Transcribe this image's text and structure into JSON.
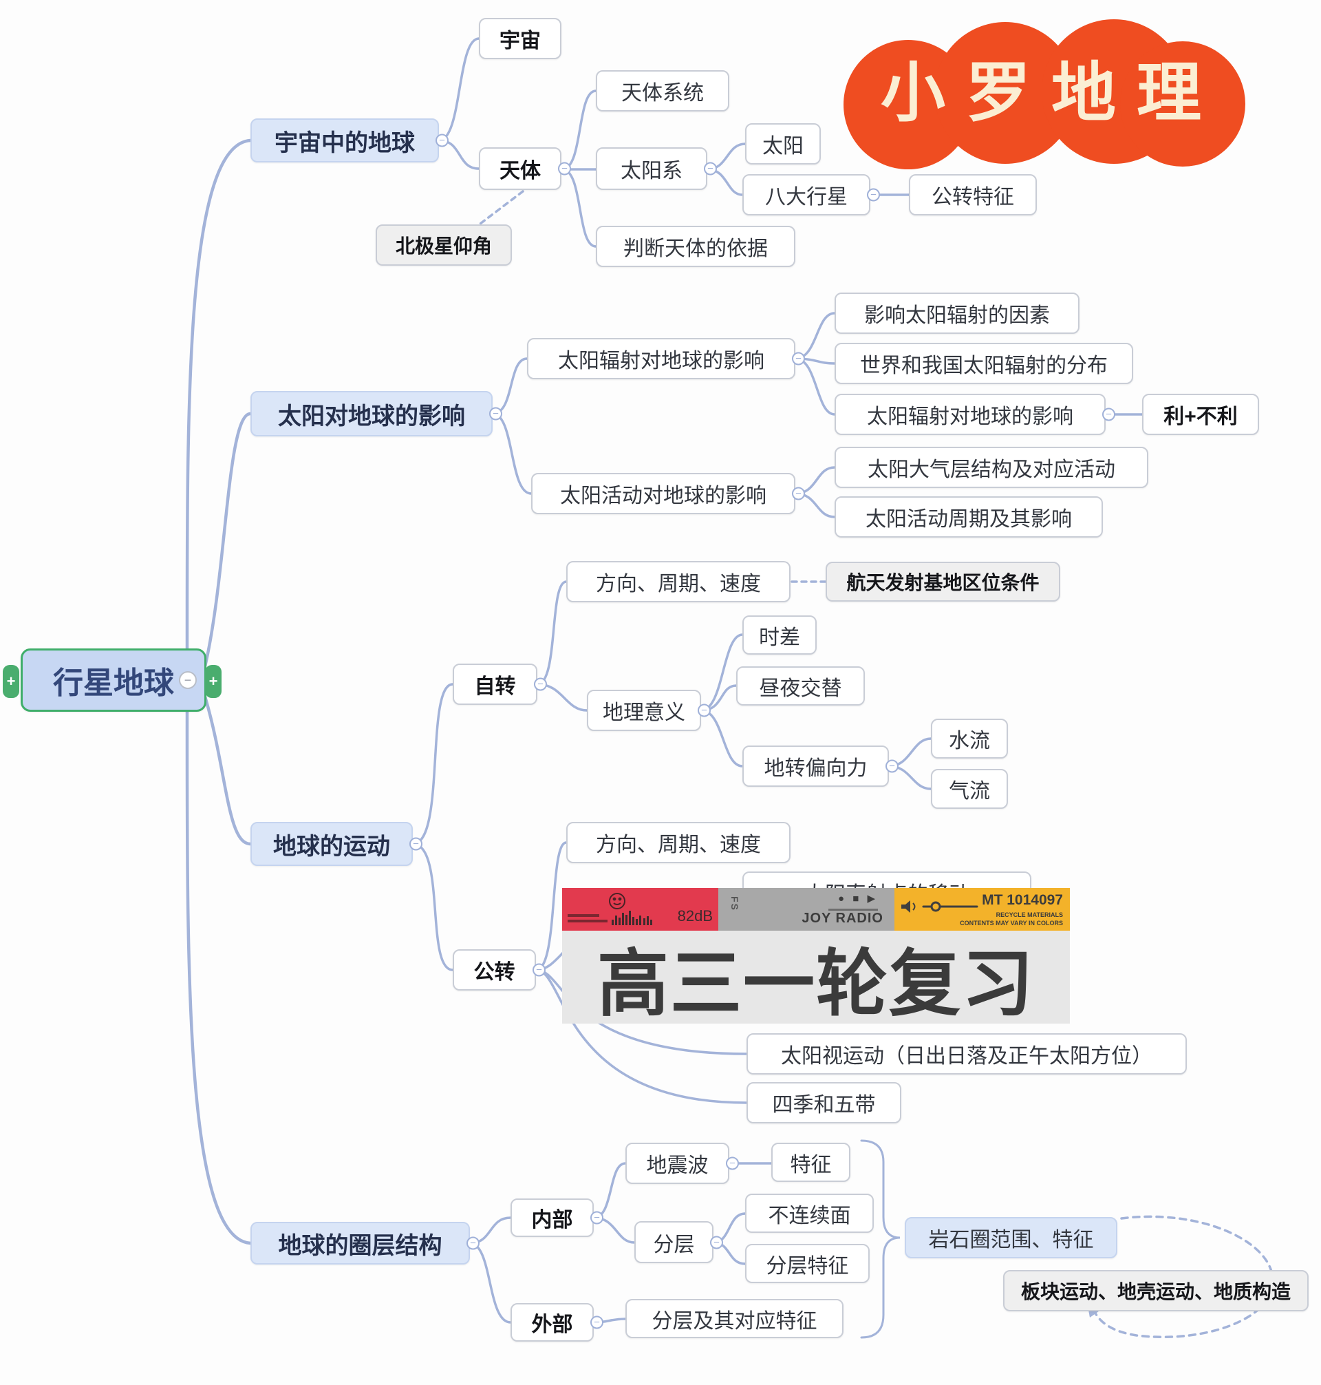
{
  "root": {
    "label": "行星地球",
    "collapse": "−",
    "expand_left": "+",
    "expand_right": "+"
  },
  "badge": {
    "label": "小罗地理"
  },
  "b1": {
    "label": "宇宙中的地球",
    "yuzhou": "宇宙",
    "tianti": "天体",
    "beijixing": "北极星仰角",
    "tianti_xitong": "天体系统",
    "taiyangxi": "太阳系",
    "taiyang": "太阳",
    "badaxingxing": "八大行星",
    "gongzhuan_tezheng": "公转特征",
    "panduan": "判断天体的依据"
  },
  "b2": {
    "label": "太阳对地球的影响",
    "fushe_yingxiang": "太阳辐射对地球的影响",
    "yingxiang_yinsu": "影响太阳辐射的因素",
    "fenbu": "世界和我国太阳辐射的分布",
    "fushe_yingxiang2": "太阳辐射对地球的影响",
    "li_buli": "利+不利",
    "huodong_yingxiang": "太阳活动对地球的影响",
    "daqiceng": "太阳大气层结构及对应活动",
    "zhouqi": "太阳活动周期及其影响"
  },
  "b3": {
    "label": "地球的运动",
    "zizhuan": "自转",
    "fangxiang1": "方向、周期、速度",
    "hangtian": "航天发射基地区位条件",
    "diliyiyi": "地理意义",
    "shicha": "时差",
    "zhouye": "昼夜交替",
    "dizhuan_pianxiangli": "地转偏向力",
    "shuiliu": "水流",
    "qiliu": "气流",
    "gongzhuan": "公转",
    "fangxiang2": "方向、周期、速度",
    "zhishedian": "太阳直射点的移动",
    "shiyundong": "太阳视运动（日出日落及正午太阳方位）",
    "siji_wudai": "四季和五带"
  },
  "b4": {
    "label": "地球的圈层结构",
    "neibu": "内部",
    "waibu": "外部",
    "dizhenbo": "地震波",
    "tezheng": "特征",
    "fenceng": "分层",
    "bulianxumian": "不连续面",
    "fenceng_tezheng": "分层特征",
    "fenceng_duiying": "分层及其对应特征",
    "yanshiquan": "岩石圈范围、特征",
    "bankuai": "板块运动、地壳运动、地质构造"
  },
  "watermark": {
    "db": "82dB",
    "fs": "FS",
    "playback_icons": "● ■ ▶",
    "station": "JOY RADIO",
    "model": "MT 1014097",
    "recycle_line1": "RECYCLE MATERIALS",
    "recycle_line2": "CONTENTS MAY VARY IN COLORS",
    "title": "高三一轮复习"
  },
  "colors": {
    "badge_orange": "#ef4d21",
    "root_fill": "#c7d7f3",
    "root_border": "#3fae6a",
    "branch_fill": "#dbe6f8",
    "connector": "#a3b3d9",
    "banner_red": "#e23a4e",
    "banner_gray": "#a8a8a8",
    "banner_yellow": "#f3b22a"
  }
}
